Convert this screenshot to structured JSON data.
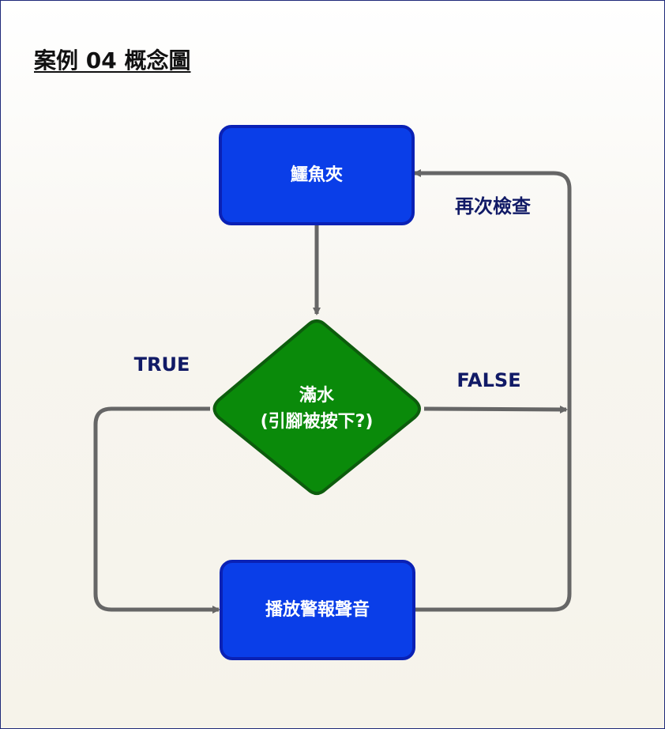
{
  "title": "案例 04 概念圖",
  "nodes": {
    "clip": {
      "label": "鱷魚夾"
    },
    "decision": {
      "line1": "滿水",
      "line2": "(引腳被按下?)"
    },
    "alarm": {
      "label": "播放警報聲音"
    }
  },
  "edges": {
    "recheck": "再次檢查",
    "true_label": "TRUE",
    "false_label": "FALSE"
  },
  "colors": {
    "process_fill": "#0a3ee8",
    "process_stroke": "#0a21b5",
    "decision_fill": "#0a8a0a",
    "decision_stroke": "#0d5c0d",
    "arrow": "#666666",
    "edge_label": "#111a66"
  }
}
